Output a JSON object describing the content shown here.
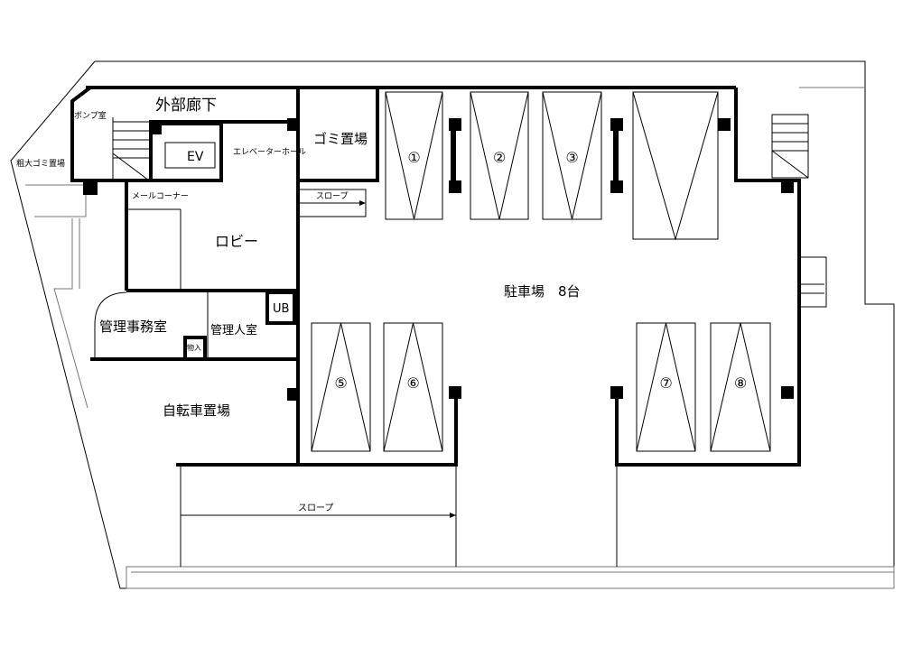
{
  "labels": {
    "outdoor_corridor": "外部廊下",
    "pump_room": "ポンプ室",
    "bulky_garbage": "粗大ゴミ置場",
    "elevator": "EV",
    "elevator_hall": "エレベーターホール",
    "garbage": "ゴミ置場",
    "slope_small": "スロープ",
    "mail_corner": "メールコーナー",
    "lobby": "ロビー",
    "management_office": "管理事務室",
    "manager_room": "管理人室",
    "storage": "物入",
    "unit_bath": "UB",
    "parking": "駐車場　8台",
    "bicycle_parking": "自転車置場",
    "slope_large": "スロープ"
  },
  "parking_spaces": [
    "①",
    "②",
    "③",
    "",
    "⑤",
    "⑥",
    "⑦",
    "⑧"
  ]
}
